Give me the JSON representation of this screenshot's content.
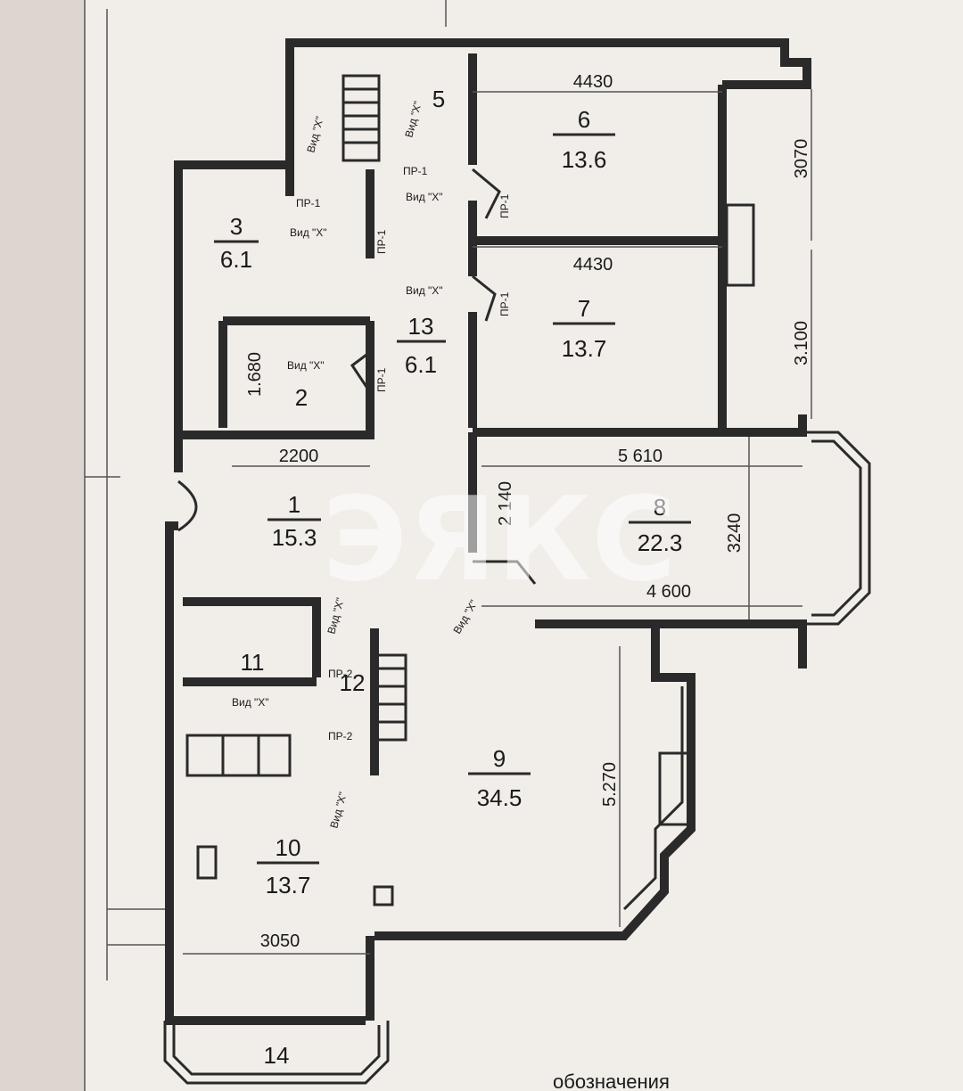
{
  "rooms": [
    {
      "id": "r1",
      "number": "1",
      "area": "15.3"
    },
    {
      "id": "r2",
      "number": "2",
      "area": ""
    },
    {
      "id": "r3",
      "number": "3",
      "area": "6.1"
    },
    {
      "id": "r5",
      "number": "5",
      "area": ""
    },
    {
      "id": "r6",
      "number": "6",
      "area": "13.6"
    },
    {
      "id": "r7",
      "number": "7",
      "area": "13.7"
    },
    {
      "id": "r8",
      "number": "8",
      "area": "22.3"
    },
    {
      "id": "r9",
      "number": "9",
      "area": "34.5"
    },
    {
      "id": "r10",
      "number": "10",
      "area": "13.7"
    },
    {
      "id": "r11",
      "number": "11",
      "area": ""
    },
    {
      "id": "r12",
      "number": "12",
      "area": ""
    },
    {
      "id": "r13",
      "number": "13",
      "area": "6.1"
    },
    {
      "id": "r14",
      "number": "14",
      "area": ""
    }
  ],
  "dimensions": {
    "d_4430_top": "4430",
    "d_4430_mid": "4430",
    "d_3070": "3070",
    "d_3100": "3.100",
    "d_1680": "1.680",
    "d_2200": "2200",
    "d_5610": "5 610",
    "d_2140": "2 140",
    "d_3240": "3240",
    "d_4600": "4 600",
    "d_5270": "5.270",
    "d_3050": "3050"
  },
  "annotations": {
    "vid_x": "Вид \"X\"",
    "pr1": "ПР-1",
    "pr2": "ПР-2"
  },
  "watermark": "ЭЯКС",
  "legend_text": "обозначения"
}
